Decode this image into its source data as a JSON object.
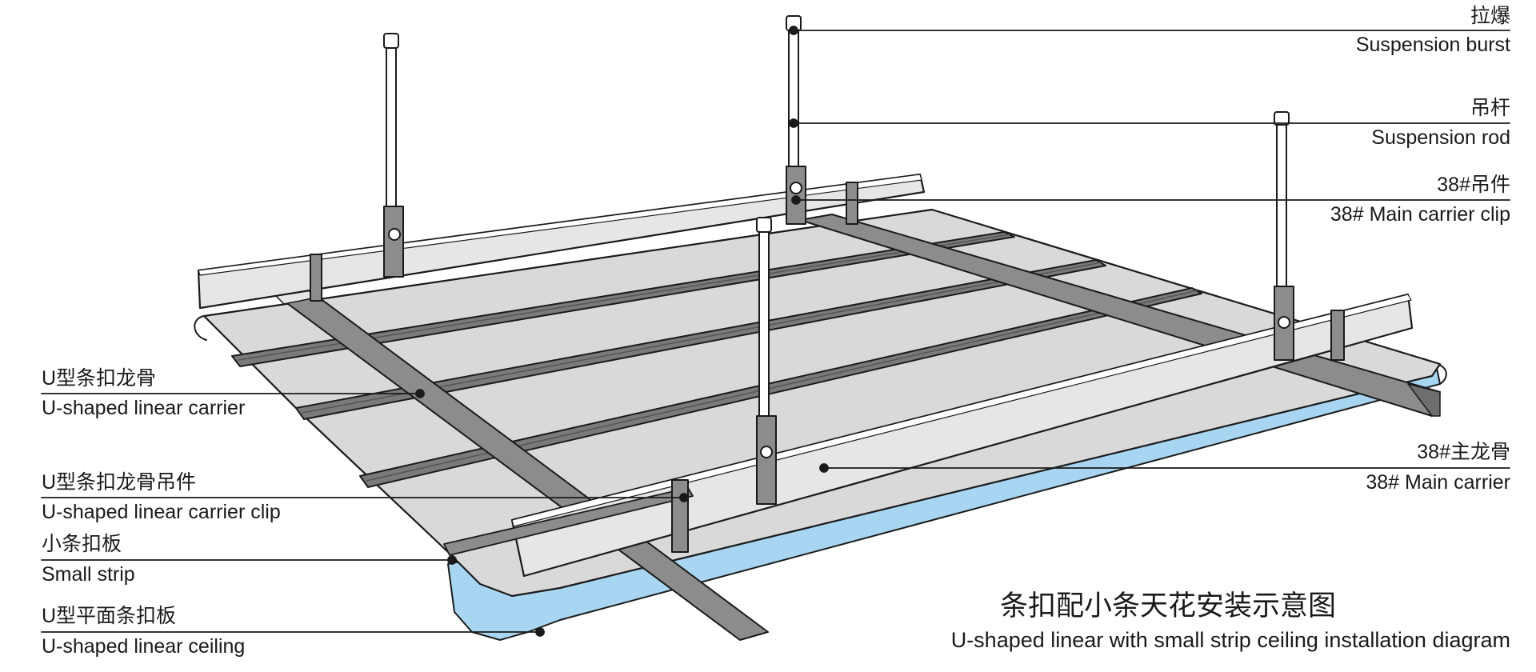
{
  "title": {
    "zh": "条扣配小条天花安装示意图",
    "en": "U-shaped linear with small strip ceiling installation diagram"
  },
  "labels_right": [
    {
      "zh": "拉爆",
      "en": "Suspension burst"
    },
    {
      "zh": "吊杆",
      "en": "Suspension rod"
    },
    {
      "zh": "38#吊件",
      "en": "38# Main carrier clip"
    },
    {
      "zh": "38#主龙骨",
      "en": "38# Main carrier"
    }
  ],
  "labels_left": [
    {
      "zh": "U型条扣龙骨",
      "en": "U-shaped linear carrier"
    },
    {
      "zh": "U型条扣龙骨吊件",
      "en": "U-shaped linear carrier clip"
    },
    {
      "zh": "小条扣板",
      "en": "Small strip"
    },
    {
      "zh": "U型平面条扣板",
      "en": "U-shaped linear ceiling"
    }
  ],
  "colors": {
    "ceiling_panel": "#d9d9d9",
    "small_strip": "#a8d6f2",
    "carrier": "#8c8c8c",
    "main_carrier": "#e6e6e6",
    "outline": "#1a1a1a",
    "rod": "#ffffff"
  }
}
